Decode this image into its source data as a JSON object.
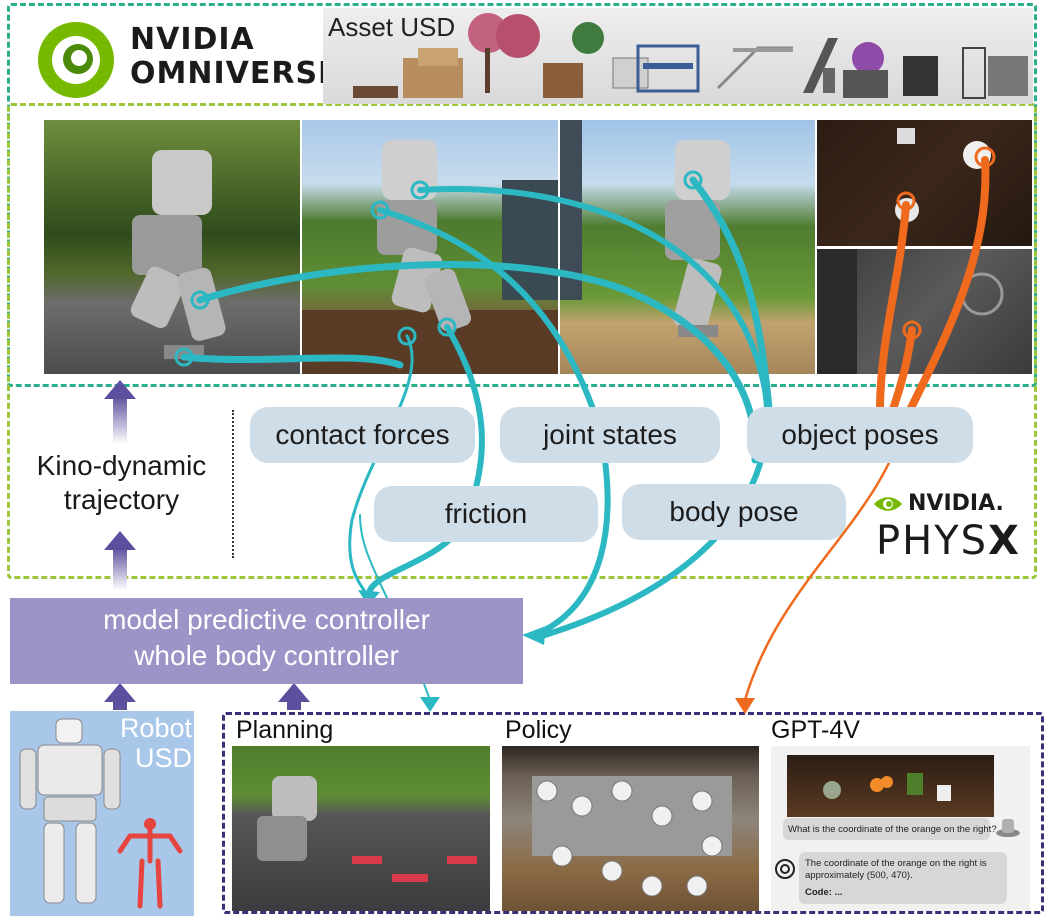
{
  "omniverse": {
    "brand_line1": "NVIDIA",
    "brand_line2": "OMNIVERSE",
    "trademark": "™"
  },
  "asset": {
    "title": "Asset USD"
  },
  "labels": {
    "contact_forces": "contact forces",
    "joint_states": "joint states",
    "object_poses": "object poses",
    "friction": "friction",
    "body_pose": "body pose"
  },
  "physx": {
    "nvidia": "NVIDIA.",
    "physx_prefix": "PHYS",
    "physx_suffix": "X"
  },
  "left": {
    "kino_line1": "Kino-dynamic",
    "kino_line2": "trajectory"
  },
  "controller": {
    "line1": "model predictive controller",
    "line2": "whole body controller"
  },
  "robot_usd": {
    "line1": "Robot",
    "line2": "USD"
  },
  "sections": {
    "planning": "Planning",
    "policy": "Policy",
    "gpt": "GPT-4V"
  },
  "gpt4v": {
    "question": "What is the coordinate of the orange on the right?",
    "answer": "The coordinate of the orange on the right is approximately (500, 470).",
    "code": "Code: ..."
  },
  "colors": {
    "teal": "#2bb8c3",
    "orange": "#ef6a1d",
    "purple_arrow": "#5d4f9e",
    "controller_box": "#9c94c6",
    "pill": "#cfdde9",
    "frame_green": "#2bae8c",
    "frame_lime": "#9cc63a",
    "frame_purple": "#3b2f7a"
  }
}
